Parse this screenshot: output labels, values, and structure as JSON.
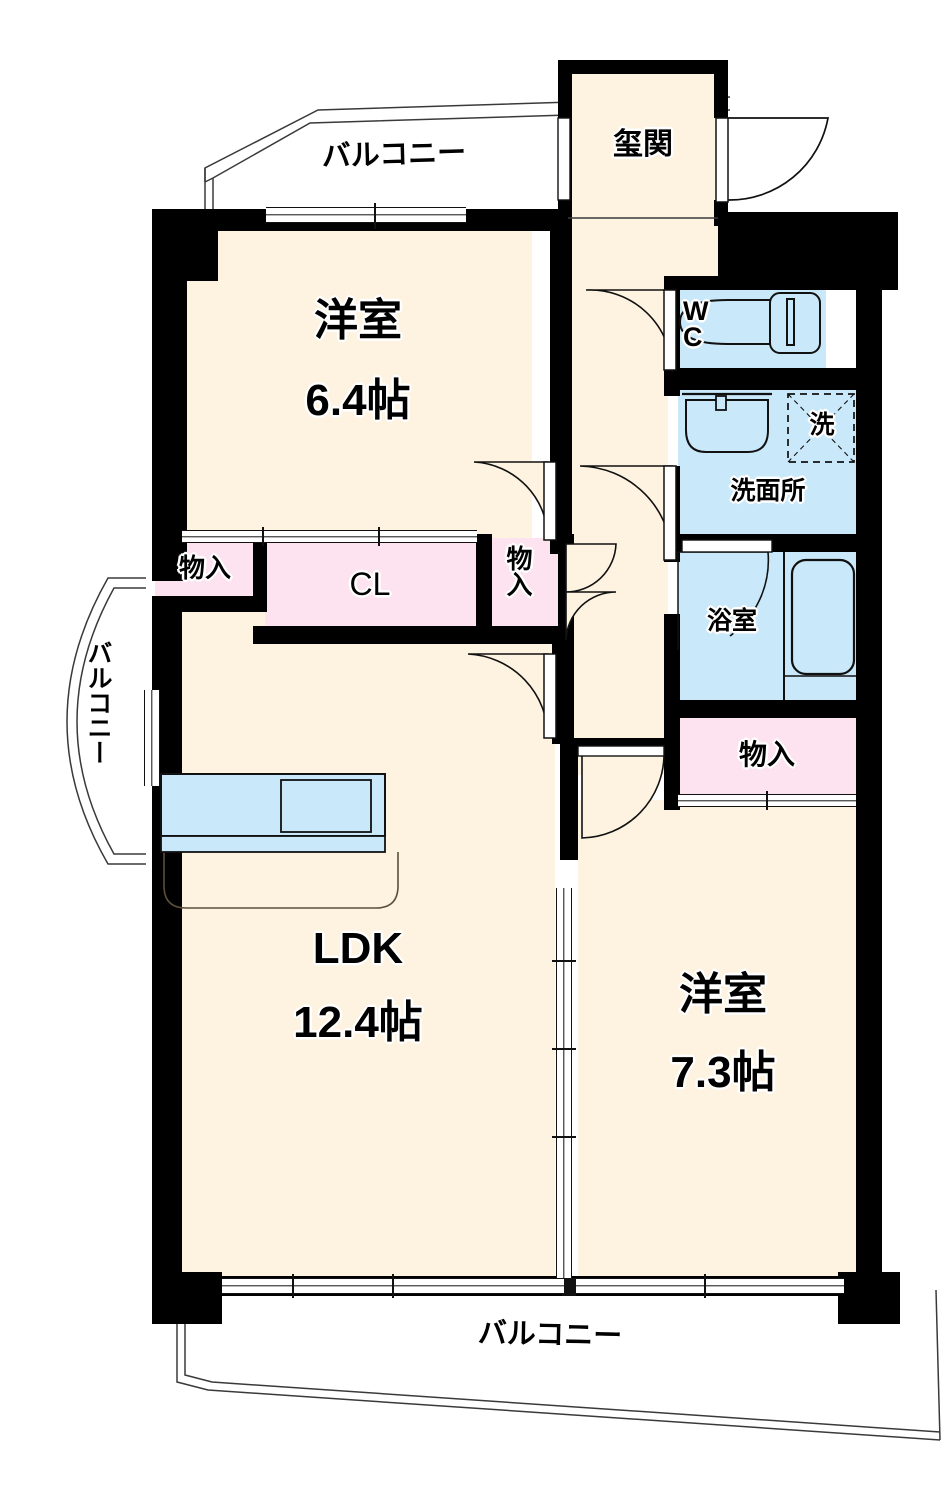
{
  "plan": {
    "type": "japanese-apartment-floorplan",
    "layout_code": "2LDK",
    "unit": "帖",
    "colors": {
      "wall": "#000000",
      "floor_cream": "#fdf3e0",
      "wet_area_blue": "#c9e8f9",
      "closet_pink": "#fce3ef",
      "outside_white": "#ffffff",
      "line": "#111111"
    }
  },
  "rooms": [
    {
      "id": "washitsu_top",
      "name": "洋室",
      "size": "6.4帖",
      "type": "western-room"
    },
    {
      "id": "ldk",
      "name": "LDK",
      "size": "12.4帖",
      "type": "living-dining-kitchen"
    },
    {
      "id": "washitsu_right",
      "name": "洋室",
      "size": "7.3帖",
      "type": "western-room"
    },
    {
      "id": "genkan",
      "name": "玺関",
      "size": "",
      "type": "entrance"
    },
    {
      "id": "wc",
      "name": "WC",
      "size": "",
      "type": "toilet"
    },
    {
      "id": "senmenjo",
      "name": "洗面所",
      "size": "",
      "type": "washroom"
    },
    {
      "id": "yokushitsu",
      "name": "浴室",
      "size": "",
      "type": "bathroom"
    }
  ],
  "labels": {
    "room_top": {
      "name": "洋室",
      "size": "6.4帖"
    },
    "ldk": {
      "name": "LDK",
      "size": "12.4帖"
    },
    "room_right": {
      "name": "洋室",
      "size": "7.3帖"
    },
    "genkan": "玺関",
    "wc": "W\nC",
    "washer": "洗",
    "senmenjo": "洗面所",
    "bath": "浴室",
    "closet_cl": "CL",
    "closet_left": "物入",
    "closet_mid": "物入",
    "closet_bath": "物入",
    "balcony_top": "バルコニー",
    "balcony_left": "バルコニー",
    "balcony_bottom": "バルコニー"
  },
  "fixtures": [
    {
      "id": "toilet",
      "name": "toilet-bowl",
      "in": "wc"
    },
    {
      "id": "washbasin",
      "name": "wash-basin",
      "in": "senmenjo"
    },
    {
      "id": "washer-space",
      "name": "washing-machine-space",
      "label": "洗",
      "in": "senmenjo"
    },
    {
      "id": "bathtub",
      "name": "bath-tub",
      "in": "yokushitsu"
    },
    {
      "id": "kitchen-sink",
      "name": "kitchen-sink",
      "in": "ldk"
    },
    {
      "id": "kitchen-counter",
      "name": "kitchen-counter",
      "in": "ldk"
    }
  ],
  "openings": {
    "entrance_door": "hinged-door-outward",
    "wc_door": "hinged-door",
    "senmenjo_door": "hinged-door",
    "bath_door": "folding-door",
    "room_top_door": "hinged-door",
    "room_right_door": "hinged-door",
    "ldk_corridor_door": "double-folding-door",
    "ldk_room_partition": "4-panel-sliding-partition",
    "balcony_windows": "sliding-glass-windows"
  }
}
